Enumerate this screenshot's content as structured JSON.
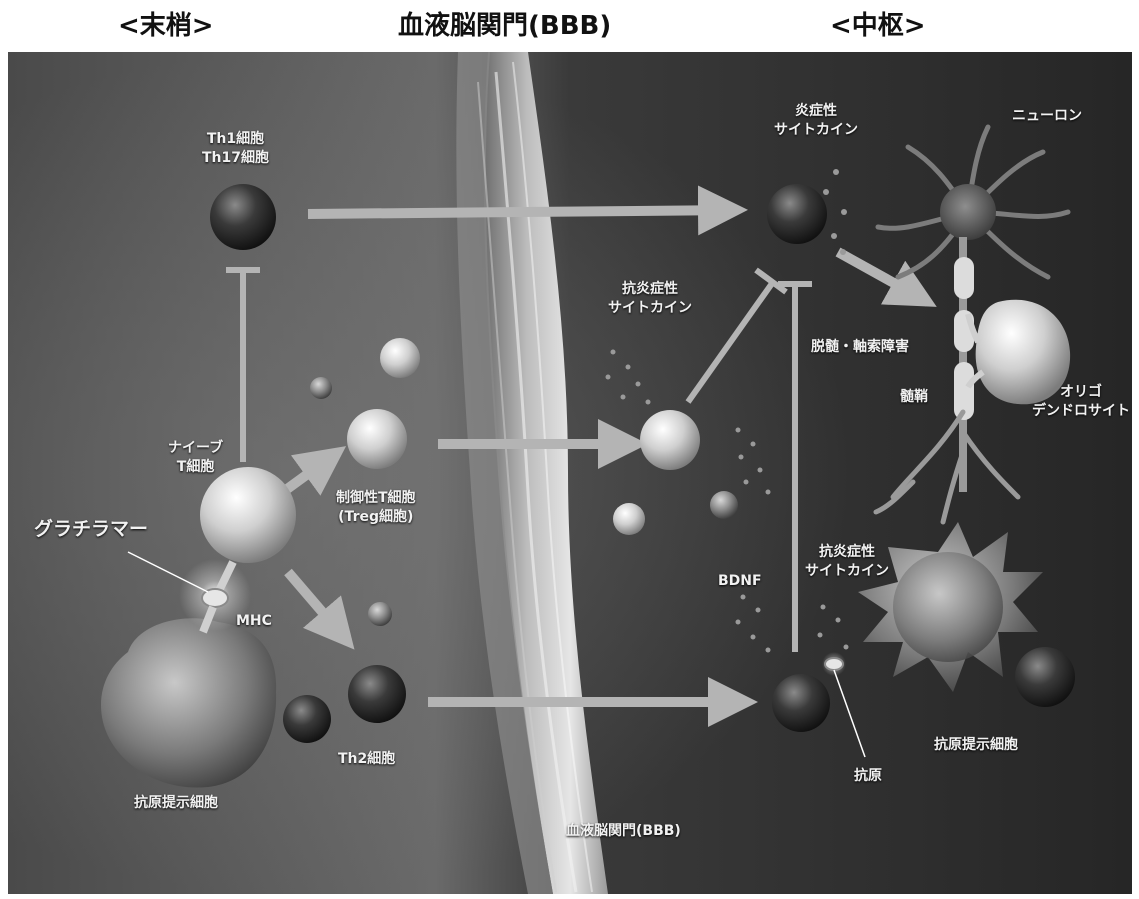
{
  "headers": {
    "periphery": "<末梢>",
    "bbb": "血液脳関門(BBB)",
    "central": "<中枢>"
  },
  "labels": {
    "th1": [
      "Th1細胞",
      "Th17細胞"
    ],
    "naive_t": [
      "ナイーブ",
      "T細胞"
    ],
    "glatiramer": "グラチラマー",
    "mhc": "MHC",
    "treg": [
      "制御性T細胞",
      "(Treg細胞)"
    ],
    "th2": "Th2細胞",
    "apc_left": "抗原提示細胞",
    "bbb_bottom": "血液脳関門(BBB)",
    "inflammatory_cytokine": [
      "炎症性",
      "サイトカイン"
    ],
    "neuron": "ニューロン",
    "anti_inflammatory_cytokine_top": [
      "抗炎症性",
      "サイトカイン"
    ],
    "demyelination": "脱髄・軸索障害",
    "myelin": "髄鞘",
    "oligodendrocyte": [
      "オリゴ",
      "デンドロサイト"
    ],
    "bdnf": "BDNF",
    "anti_inflammatory_cytokine_bottom": [
      "抗炎症性",
      "サイトカイン"
    ],
    "apc_right": "抗原提示細胞",
    "antigen": "抗原"
  },
  "colors": {
    "background_dark": "#2a2a2a",
    "background_mid": "#5a5a5a",
    "membrane": "#d8d8d8",
    "arrow": "#b4b4b4",
    "label_text": "#f2f2f2",
    "header_text": "#111111"
  }
}
